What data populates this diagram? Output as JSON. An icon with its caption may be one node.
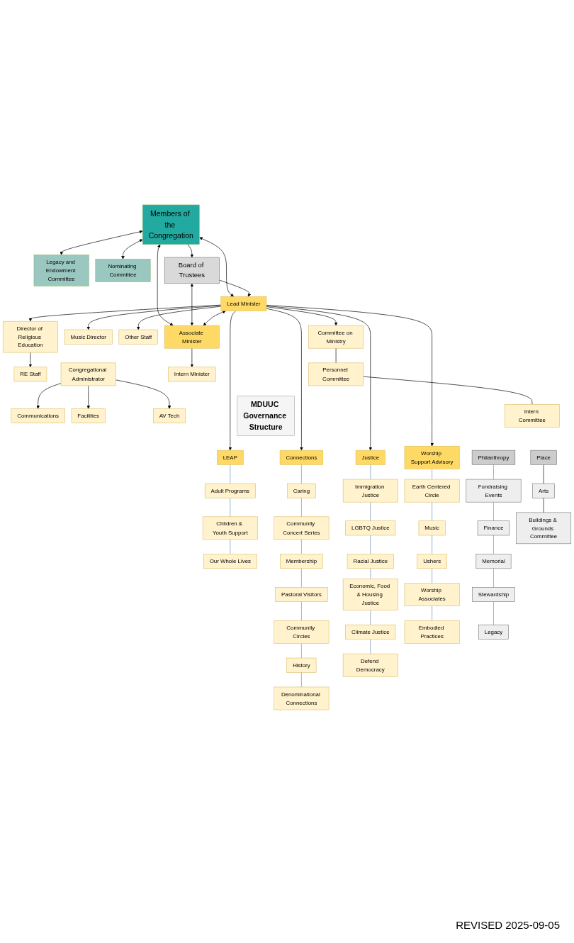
{
  "diagram": {
    "nodes": [
      {
        "text": [
          "Members of the Congregation"
        ]
      },
      {
        "text": [
          "Legacy and Endowment Committee"
        ]
      },
      {
        "text": [
          "Nominating Committee"
        ]
      },
      {
        "text": [
          "Board of Trustees"
        ]
      },
      {
        "text": [
          "Lead Minister"
        ]
      },
      {
        "text": [
          "Associate Minister"
        ]
      },
      {
        "text": [
          "Director of Religious Education"
        ]
      },
      {
        "text": [
          "RE Staff"
        ]
      },
      {
        "text": [
          "Other Staff"
        ]
      },
      {
        "text": [
          "Music Director"
        ]
      },
      {
        "text": [
          "Congregational Administrator"
        ]
      },
      {
        "text": [
          "Communications"
        ]
      },
      {
        "text": [
          "Facilities"
        ]
      },
      {
        "text": [
          "AV Tech"
        ]
      },
      {
        "text": [
          "Intern Minister"
        ]
      },
      {
        "text": [
          "Committee on Ministry"
        ]
      },
      {
        "text": [
          "Personnel Committee"
        ]
      },
      {
        "text": [
          "Intern Committee"
        ]
      },
      {
        "text": [
          "LEAP"
        ]
      },
      {
        "text": [
          "Adult Programs"
        ]
      },
      {
        "text": [
          "Children & Youth Support"
        ]
      },
      {
        "text": [
          "Our Whole Lives"
        ]
      },
      {
        "text": [
          "Connections"
        ]
      },
      {
        "text": [
          "Caring"
        ]
      },
      {
        "text": [
          "Community Concert Series"
        ]
      },
      {
        "text": [
          "Membership"
        ]
      },
      {
        "text": [
          "Pastoral Visitors"
        ]
      },
      {
        "text": [
          "Community Circles"
        ]
      },
      {
        "text": [
          "History"
        ]
      },
      {
        "text": [
          "Denominational Connections"
        ]
      },
      {
        "text": [
          "Justice"
        ]
      },
      {
        "text": [
          "Immigration Justice"
        ]
      },
      {
        "text": [
          "LGBTQ Justice"
        ]
      },
      {
        "text": [
          "Racial Justice"
        ]
      },
      {
        "text": [
          "Economic, Food & Housing Justice"
        ]
      },
      {
        "text": [
          "Climate Justice"
        ]
      },
      {
        "text": [
          "Defend Democracy"
        ]
      },
      {
        "text": [
          "Worship Support Advisory"
        ]
      },
      {
        "text": [
          "Earth Centered Circle"
        ]
      },
      {
        "text": [
          "Music"
        ]
      },
      {
        "text": [
          "Ushers"
        ]
      },
      {
        "text": [
          "Worship Associates"
        ]
      },
      {
        "text": [
          "Embodied Practices"
        ]
      },
      {
        "text": [
          "Philanthropy"
        ]
      },
      {
        "text": [
          "Fundraising Events"
        ]
      },
      {
        "text": [
          "Finance"
        ]
      },
      {
        "text": [
          "Memorial"
        ]
      },
      {
        "text": [
          "Stewardship"
        ]
      },
      {
        "text": [
          "Legacy"
        ]
      },
      {
        "text": [
          "Place"
        ]
      },
      {
        "text": [
          "Arts"
        ]
      },
      {
        "text": [
          "Buildings & Grounds Committee"
        ]
      },
      {
        "text": [
          "MDUUC Governance Structure"
        ]
      }
    ],
    "edges": [
      {
        "from": 0,
        "to": 1,
        "arrow": "both",
        "color": "#000000"
      },
      {
        "from": 0,
        "to": 2,
        "arrow": "both",
        "color": "#000000"
      },
      {
        "from": 0,
        "to": 3,
        "arrow": "to",
        "color": "#000000"
      },
      {
        "from": 0,
        "to": 4,
        "arrow": "both",
        "color": "#000000"
      },
      {
        "from": 0,
        "to": 5,
        "arrow": "both",
        "color": "#000000"
      },
      {
        "from": 3,
        "to": 4,
        "arrow": "to",
        "color": "#000000"
      },
      {
        "from": 3,
        "to": 5,
        "arrow": "both",
        "color": "#000000"
      },
      {
        "from": 4,
        "to": 5,
        "arrow": "both",
        "color": "#000000"
      },
      {
        "from": 4,
        "to": 6,
        "arrow": "to",
        "color": "#000000"
      },
      {
        "from": 6,
        "to": 7,
        "arrow": "to",
        "color": "#000000"
      },
      {
        "from": 4,
        "to": 8,
        "arrow": "to",
        "color": "#000000"
      },
      {
        "from": 4,
        "to": 9,
        "arrow": "to",
        "color": "#000000"
      },
      {
        "from": 10,
        "to": 11,
        "arrow": "to",
        "color": "#000000"
      },
      {
        "from": 10,
        "to": 12,
        "arrow": "to",
        "color": "#000000"
      },
      {
        "from": 10,
        "to": 13,
        "arrow": "to",
        "color": "#000000"
      },
      {
        "from": 5,
        "to": 14,
        "arrow": "to",
        "color": "#000000"
      },
      {
        "from": 4,
        "to": 15,
        "arrow": "to",
        "color": "#000000"
      },
      {
        "from": 15,
        "to": 16,
        "arrow": "none",
        "color": "#000000"
      },
      {
        "from": 16,
        "to": 17,
        "arrow": "none",
        "color": "#000000"
      },
      {
        "from": 4,
        "to": 18,
        "arrow": "to",
        "color": "#000000"
      },
      {
        "from": 4,
        "to": 22,
        "arrow": "to",
        "color": "#000000"
      },
      {
        "from": 4,
        "to": 30,
        "arrow": "to",
        "color": "#000000"
      },
      {
        "from": 4,
        "to": 37,
        "arrow": "to",
        "color": "#000000"
      },
      {
        "from": 18,
        "to": 19,
        "arrow": "none"
      },
      {
        "from": 19,
        "to": 20,
        "arrow": "none"
      },
      {
        "from": 20,
        "to": 21,
        "arrow": "none"
      },
      {
        "from": 22,
        "to": 23,
        "arrow": "none"
      },
      {
        "from": 23,
        "to": 24,
        "arrow": "none"
      },
      {
        "from": 24,
        "to": 25,
        "arrow": "none"
      },
      {
        "from": 25,
        "to": 26,
        "arrow": "none"
      },
      {
        "from": 26,
        "to": 27,
        "arrow": "none"
      },
      {
        "from": 27,
        "to": 28,
        "arrow": "none"
      },
      {
        "from": 28,
        "to": 29,
        "arrow": "none"
      },
      {
        "from": 30,
        "to": 31,
        "arrow": "none"
      },
      {
        "from": 31,
        "to": 32,
        "arrow": "none"
      },
      {
        "from": 32,
        "to": 33,
        "arrow": "none"
      },
      {
        "from": 33,
        "to": 34,
        "arrow": "none"
      },
      {
        "from": 34,
        "to": 35,
        "arrow": "none"
      },
      {
        "from": 35,
        "to": 36,
        "arrow": "none"
      },
      {
        "from": 37,
        "to": 38,
        "arrow": "none"
      },
      {
        "from": 38,
        "to": 39,
        "arrow": "none"
      },
      {
        "from": 39,
        "to": 40,
        "arrow": "none"
      },
      {
        "from": 40,
        "to": 41,
        "arrow": "none"
      },
      {
        "from": 41,
        "to": 42,
        "arrow": "none"
      },
      {
        "from": 43,
        "to": 44,
        "arrow": "none"
      },
      {
        "from": 44,
        "to": 45,
        "arrow": "none"
      },
      {
        "from": 45,
        "to": 46,
        "arrow": "none"
      },
      {
        "from": 46,
        "to": 47,
        "arrow": "none"
      },
      {
        "from": 47,
        "to": 48,
        "arrow": "none"
      },
      {
        "from": 49,
        "to": 50,
        "arrow": "none",
        "color": "#000000"
      },
      {
        "from": 50,
        "to": 51,
        "arrow": "none",
        "color": "#000000"
      }
    ],
    "labels": [
      "REVISED 2025-09-05"
    ]
  }
}
